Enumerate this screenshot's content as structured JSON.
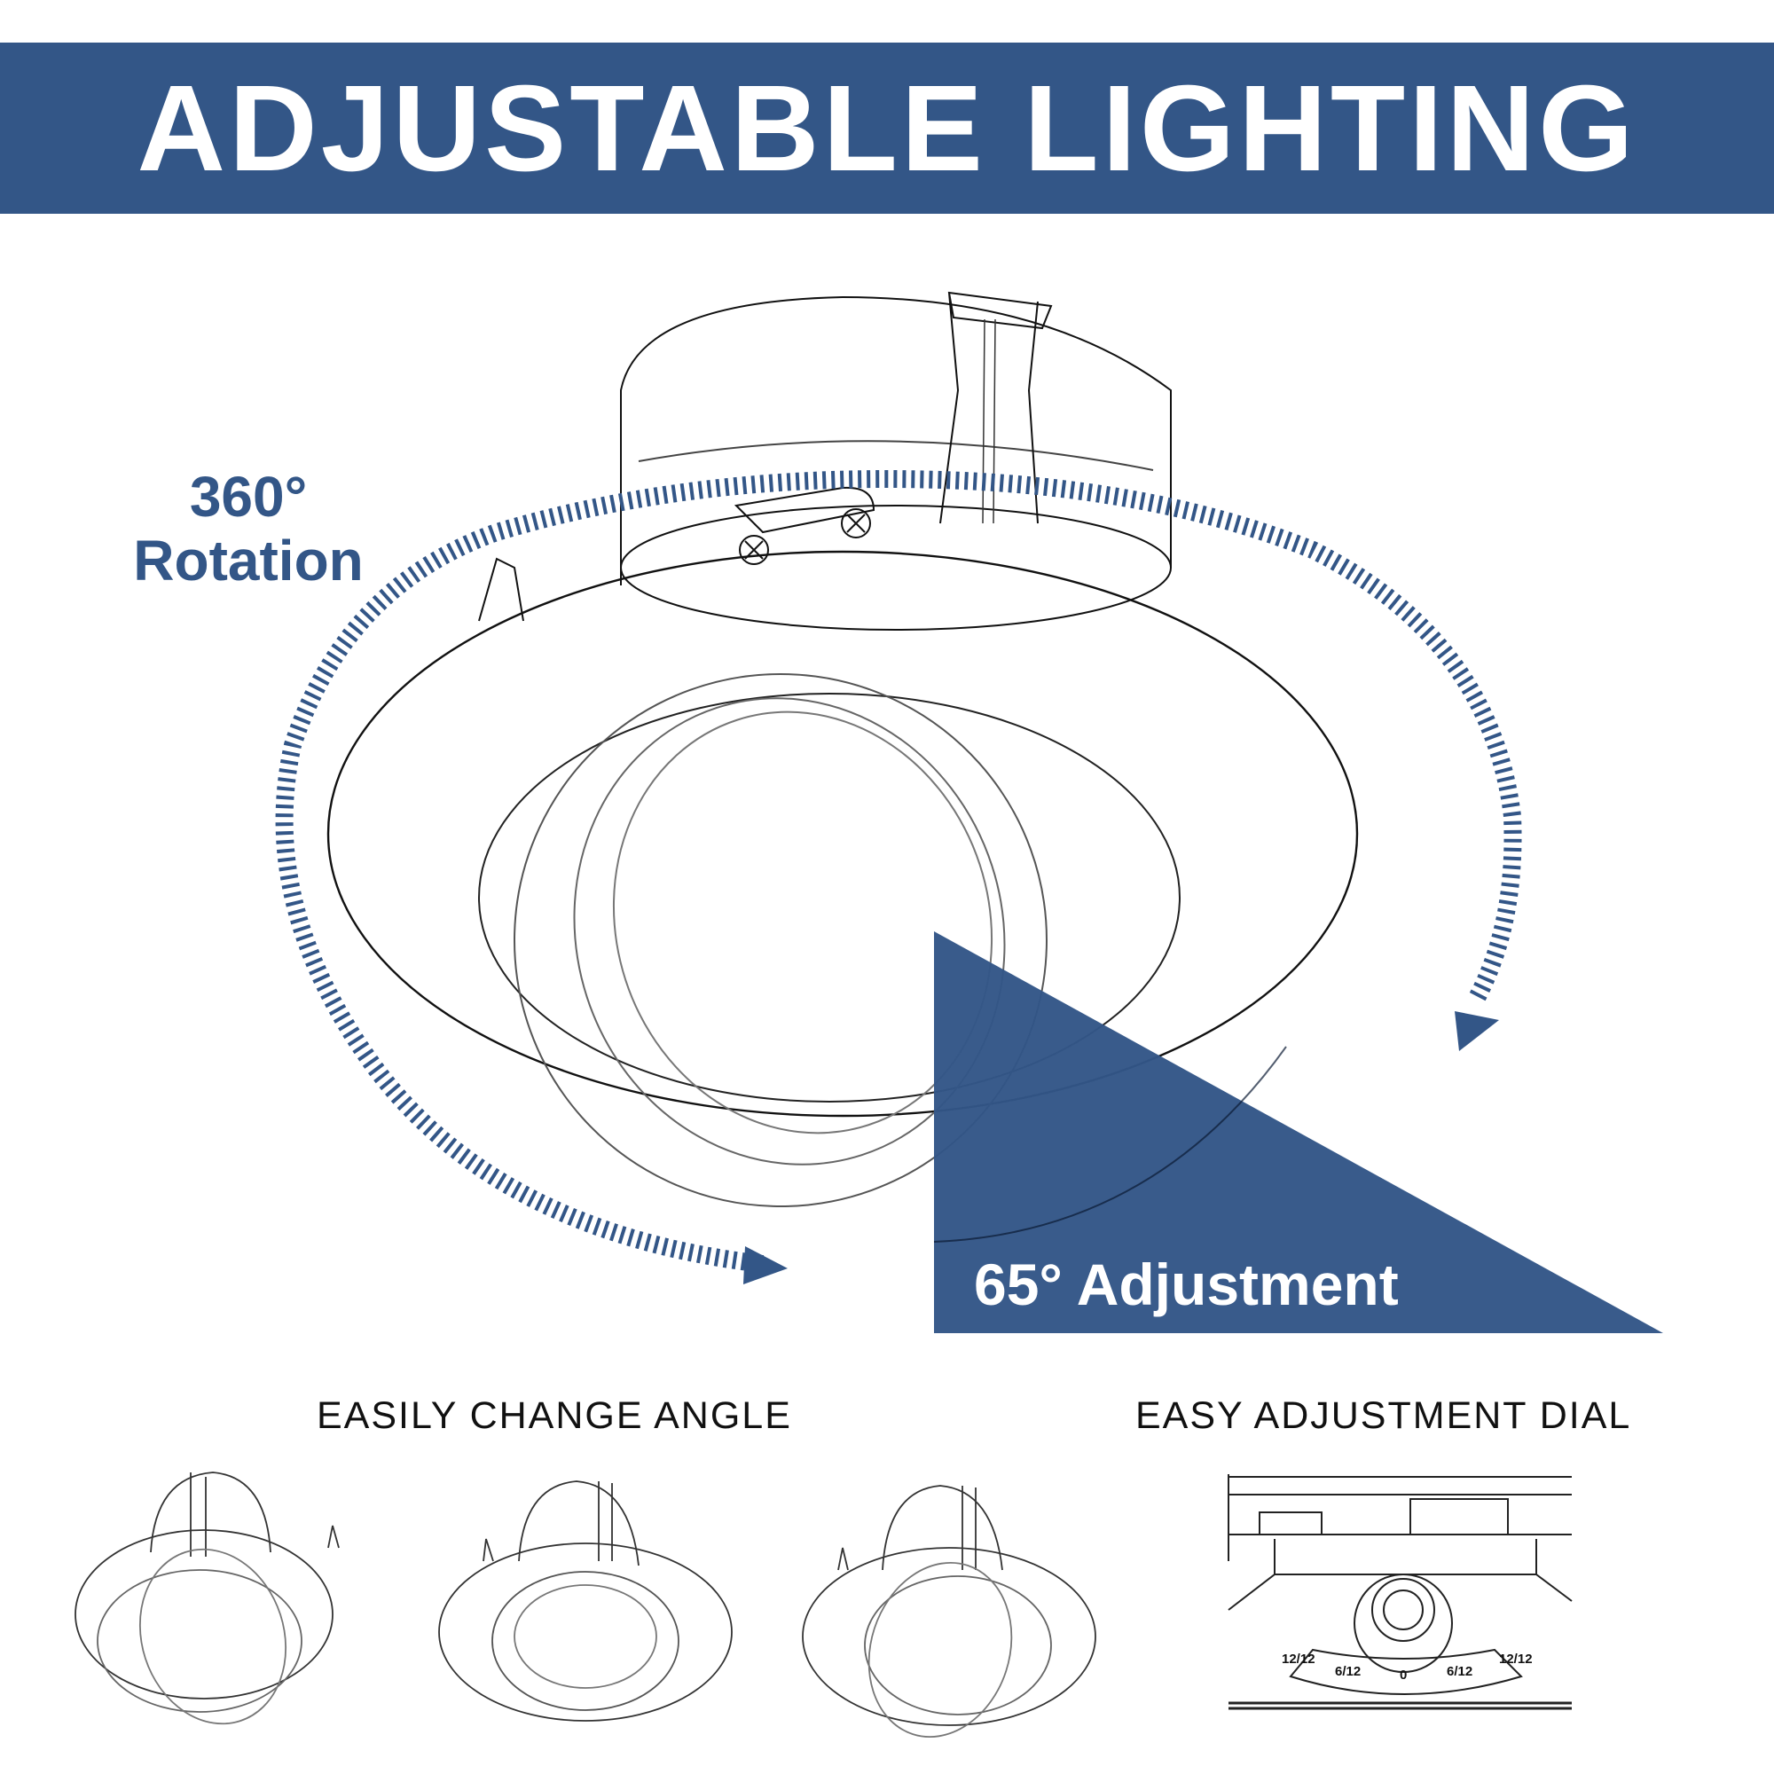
{
  "banner": {
    "title": "ADJUSTABLE LIGHTING",
    "color": "#335687"
  },
  "rotation": {
    "degrees": "360°",
    "label": "Rotation",
    "color": "#335687"
  },
  "adjustment": {
    "label": "65° Adjustment",
    "color": "#335687"
  },
  "sections": {
    "change_angle": {
      "title": "EASILY CHANGE ANGLE",
      "fixtures": 3
    },
    "dial": {
      "title": "EASY ADJUSTMENT DIAL",
      "scale": [
        "12/12",
        "6/12",
        "0",
        "6/12",
        "12/12"
      ]
    }
  },
  "icons": {
    "main_fixture": "recessed-gimbal-downlight-icon",
    "rotation_arrow": "curved-dashed-arrow-icon",
    "tilt_triangle": "angle-triangle-icon"
  }
}
